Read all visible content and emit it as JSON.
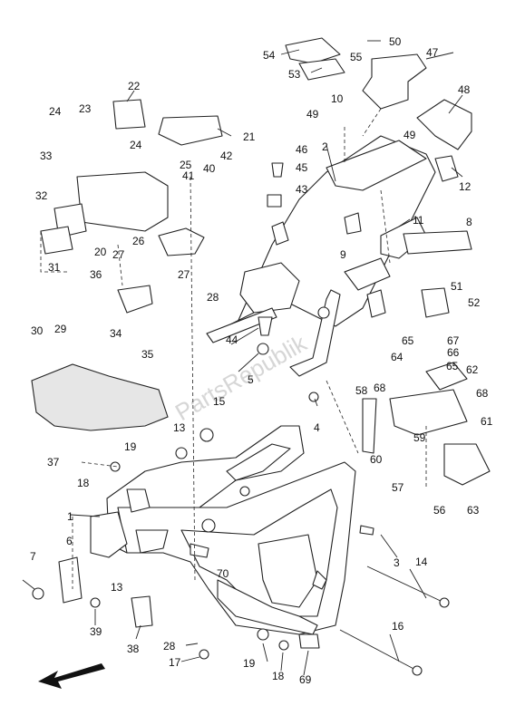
{
  "watermark": "PartsRepublik",
  "callouts": {
    "n1": "1",
    "n2": "2",
    "n3": "3",
    "n4": "4",
    "n5": "5",
    "n6": "6",
    "n7": "7",
    "n8": "8",
    "n9": "9",
    "n10": "10",
    "n11": "11",
    "n12": "12",
    "n13a": "13",
    "n13b": "13",
    "n14": "14",
    "n15": "15",
    "n16": "16",
    "n17": "17",
    "n18a": "18",
    "n18b": "18",
    "n19a": "19",
    "n19b": "19",
    "n20": "20",
    "n21": "21",
    "n22": "22",
    "n23": "23",
    "n24a": "24",
    "n24b": "24",
    "n25": "25",
    "n26": "26",
    "n27a": "27",
    "n27b": "27",
    "n28a": "28",
    "n28b": "28",
    "n29": "29",
    "n30": "30",
    "n31": "31",
    "n32": "32",
    "n33": "33",
    "n34": "34",
    "n35": "35",
    "n36": "36",
    "n37": "37",
    "n38": "38",
    "n39": "39",
    "n40": "40",
    "n41": "41",
    "n42": "42",
    "n43": "43",
    "n44": "44",
    "n45": "45",
    "n46": "46",
    "n47": "47",
    "n48": "48",
    "n49a": "49",
    "n49b": "49",
    "n50": "50",
    "n51": "51",
    "n52": "52",
    "n53": "53",
    "n54": "54",
    "n55": "55",
    "n56": "56",
    "n57": "57",
    "n58": "58",
    "n59": "59",
    "n60": "60",
    "n61": "61",
    "n62": "62",
    "n63": "63",
    "n64": "64",
    "n65a": "65",
    "n65b": "65",
    "n66": "66",
    "n67": "67",
    "n68a": "68",
    "n68b": "68",
    "n69": "69",
    "n70": "70"
  },
  "front_arrow_icon": "arrow-left-down-icon"
}
